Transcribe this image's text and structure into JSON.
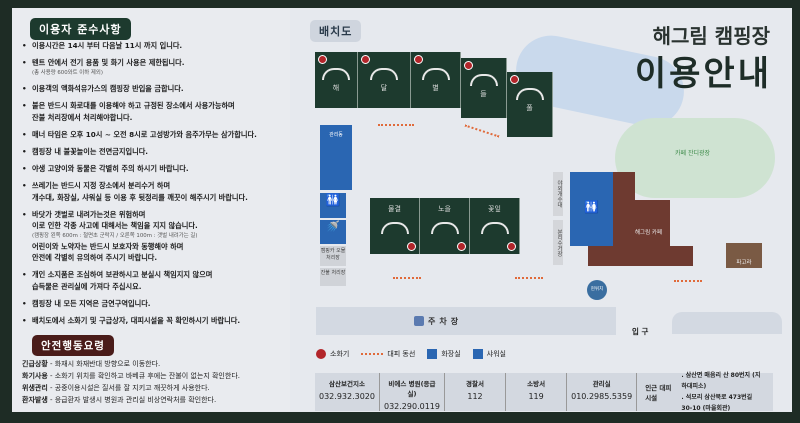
{
  "rules": {
    "title": "이용자 준수사항",
    "items": [
      {
        "text": "이용시간은 14시 부터 다음날 11시 까지 입니다."
      },
      {
        "text": "텐트 안에서 전기 용품 및 화기 사용은 제한됩니다.",
        "sub": "(총 사용량 600와트 이하 제외)"
      },
      {
        "text": "이용객의 액화석유가스의 캠핑장 반입을 금합니다."
      },
      {
        "text": "불은 반드시 화로대를 이용해야 하고 규정된 장소에서 사용가능하며",
        "cont": "잔불 처리장에서 처리해야합니다."
      },
      {
        "text": "매너 타임은 오후 10시 ~ 오전 8시로 고성방가와 음주가무는 삼가합니다."
      },
      {
        "text": "캠핑장 내 불꽃놀이는 전면금지입니다."
      },
      {
        "text": "야생 고양이와 동물은 각별히 주의 하시기 바랍니다."
      },
      {
        "text": "쓰레기는 반드시 지정 장소에서 분리수거 하며",
        "cont": "개수대, 화장실, 샤워실 등 이용 후 뒷정리를 깨끗이 해주시기 바랍니다."
      },
      {
        "text": "바닷가 갯벌로 내려가는것은 위험하며",
        "cont": "이로 인한 각종 사고에 대해서는 책임을 지지 않습니다.",
        "sub": "(캠핑장 왼쪽 600m : 철면초 군락지 / 오른쪽 100m : 갯벌 내려가는 길)",
        "cont2": "어린이와 노약자는 반드시 보호자와 동행해야 하며",
        "cont3": "안전에 각별히 유의하여 주시기 바랍니다."
      },
      {
        "text": "개인 소지품은 조심하여 보관하시고 분실시 책임지지 않으며",
        "cont": "습득물은 관리실에 가져다 주십시요."
      },
      {
        "text": "캠핑장 내 모든 지역은 금연구역입니다."
      },
      {
        "text": "배치도에서 소화기 및 구급상자, 대피시설을 꼭 확인하시기 바랍니다."
      }
    ]
  },
  "safety": {
    "title": "안전행동요령",
    "items": [
      {
        "label": "긴급상황",
        "text": " - 화재시 화재반대 방향으로 이동한다."
      },
      {
        "label": "화기사용",
        "text": " - 소화기 위치를 확인하고 바베큐 후에는 잔불이 없는지 확인한다."
      },
      {
        "label": "위생관리",
        "text": " - 공중이용시설은 질서를 잘 지키고 깨끗하게 사용한다."
      },
      {
        "label": "환자발생",
        "text": " - 응급환자 발생시 병원과 관리실 비상연락처를 확인한다."
      }
    ]
  },
  "map": {
    "title": "배치도",
    "header1": "해그림 캠핑장",
    "header2": "이용안내",
    "top_sites": [
      "해",
      "달",
      "별",
      "들",
      "풀"
    ],
    "mid_sites": [
      "물결",
      "노을",
      "꽃잎"
    ],
    "management": "관리동",
    "rv_waste": "캠핑카 오물 처리장",
    "ember": "잔불 처리장",
    "sink": "야외개수대",
    "recycle": "분리수거장",
    "cafe": "해그림 카페",
    "lawn": "카페 잔디광장",
    "pergola": "파고라",
    "here": "현위치",
    "parking": "주차장",
    "entrance": "입 구"
  },
  "legend": {
    "extinguisher": "소화기",
    "evac": "대피 동선",
    "toilet": "화장실",
    "shower": "샤워실"
  },
  "contacts": [
    {
      "name": "삼산보건지소",
      "value": "032.932.3020"
    },
    {
      "name": "비에스 병원(응급실)",
      "value": "032.290.0119"
    },
    {
      "name": "경찰서",
      "value": "112"
    },
    {
      "name": "소방서",
      "value": "119"
    },
    {
      "name": "관리실",
      "value": "010.2985.5359"
    }
  ],
  "shelters": {
    "label": "인근 대피시설",
    "items": [
      ". 삼산면 매음리 산 80번지 (지하대피소)",
      ". 석모리 삼산북로 473번길 30-10 (마을회관)"
    ]
  },
  "colors": {
    "board": "#1e2c25",
    "green": "#1d3a2e",
    "brown": "#4a1c1a",
    "blue": "#2a66b2",
    "cafe": "#6e3a30",
    "arrow": "#e06a3a"
  }
}
